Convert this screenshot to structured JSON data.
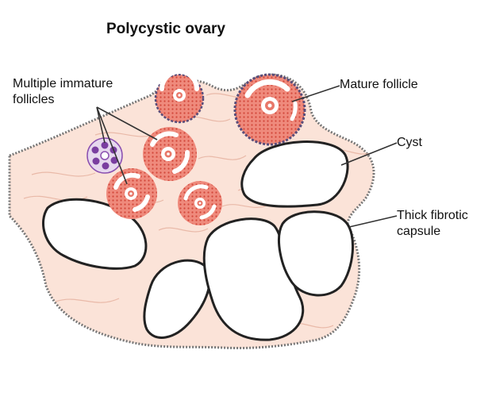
{
  "title": "Polycystic ovary",
  "labels": {
    "immature_line1": "Multiple immature",
    "immature_line2": "follicles",
    "mature": "Mature follicle",
    "cyst": "Cyst",
    "capsule_line1": "Thick fibrotic",
    "capsule_line2": "capsule"
  },
  "colors": {
    "tissue": "#fbe3d8",
    "follicle": "#e8786a",
    "follicle_dots": "#c9483c",
    "capsule_edge": "#7a6e8c",
    "immature_purple": "#8a4fb0",
    "outline": "#222222"
  }
}
